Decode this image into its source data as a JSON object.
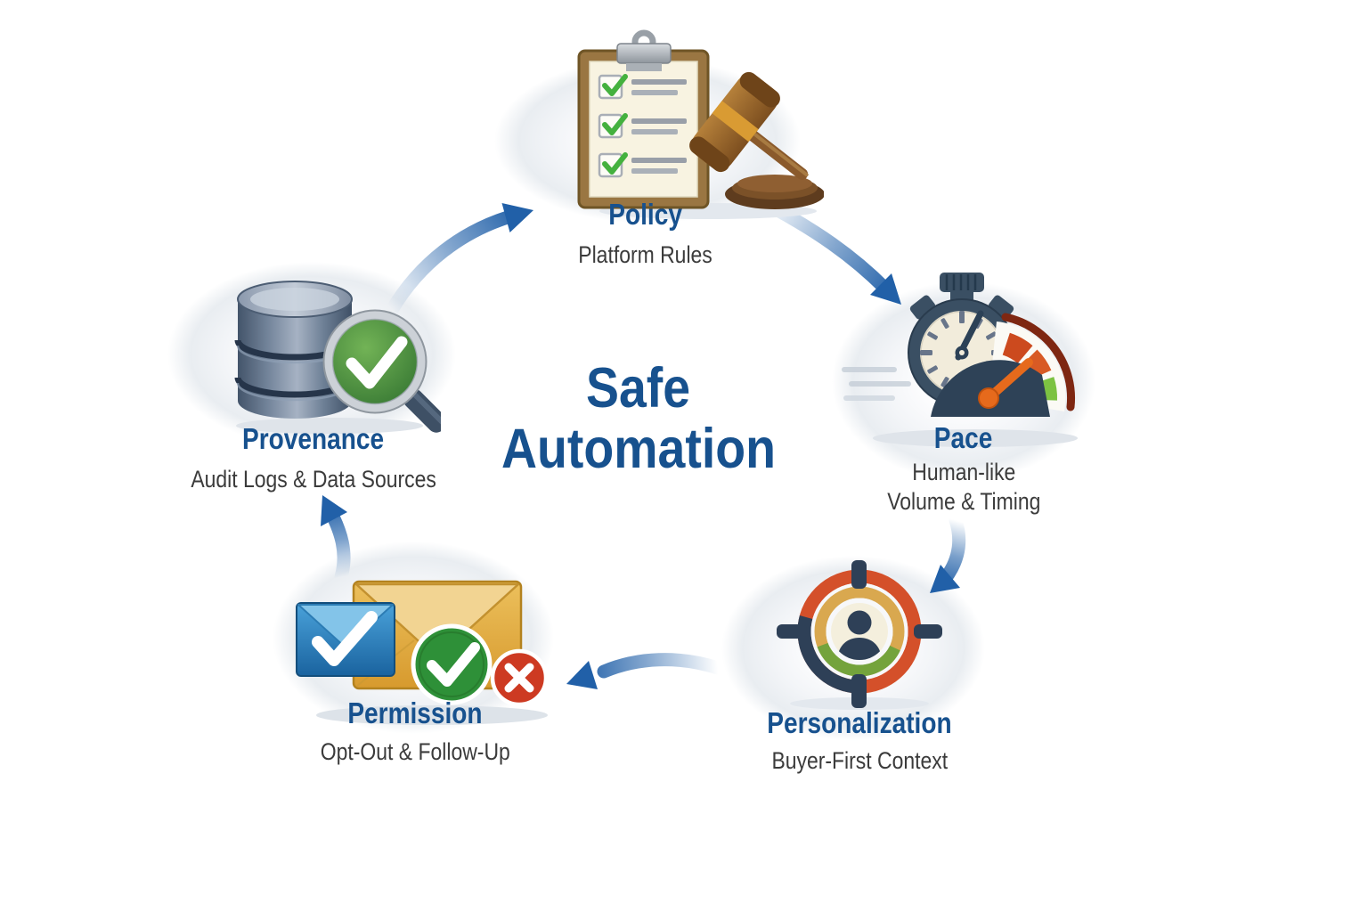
{
  "center_title": {
    "line1": "Safe",
    "line2": "Automation"
  },
  "nodes": {
    "policy": {
      "label": "Policy",
      "sublabel": "Platform Rules",
      "icon": "clipboard-checklist-gavel-icon"
    },
    "pace": {
      "label": "Pace",
      "sublabel_lines": [
        "Human-like",
        "Volume & Timing"
      ],
      "icon": "stopwatch-speed-gauge-icon"
    },
    "personalization": {
      "label": "Personalization",
      "sublabel": "Buyer-First Context",
      "icon": "target-person-icon"
    },
    "permission": {
      "label": "Permission",
      "sublabel": "Opt-Out & Follow-Up",
      "icon": "envelopes-approve-decline-icon"
    },
    "provenance": {
      "label": "Provenance",
      "sublabel": "Audit Logs & Data Sources",
      "icon": "database-verified-magnifier-icon"
    }
  },
  "flow": [
    {
      "from": "Provenance",
      "to": "Policy"
    },
    {
      "from": "Policy",
      "to": "Pace"
    },
    {
      "from": "Pace",
      "to": "Personalization"
    },
    {
      "from": "Personalization",
      "to": "Permission"
    },
    {
      "from": "Permission",
      "to": "Provenance"
    }
  ],
  "colors": {
    "title_blue": "#17518E",
    "subtitle_gray": "#3B3B3B",
    "arrow_blue": "#2160A8",
    "check_green": "#44B13E",
    "target_red": "#D4502A",
    "gauge_green": "#7CC242"
  }
}
